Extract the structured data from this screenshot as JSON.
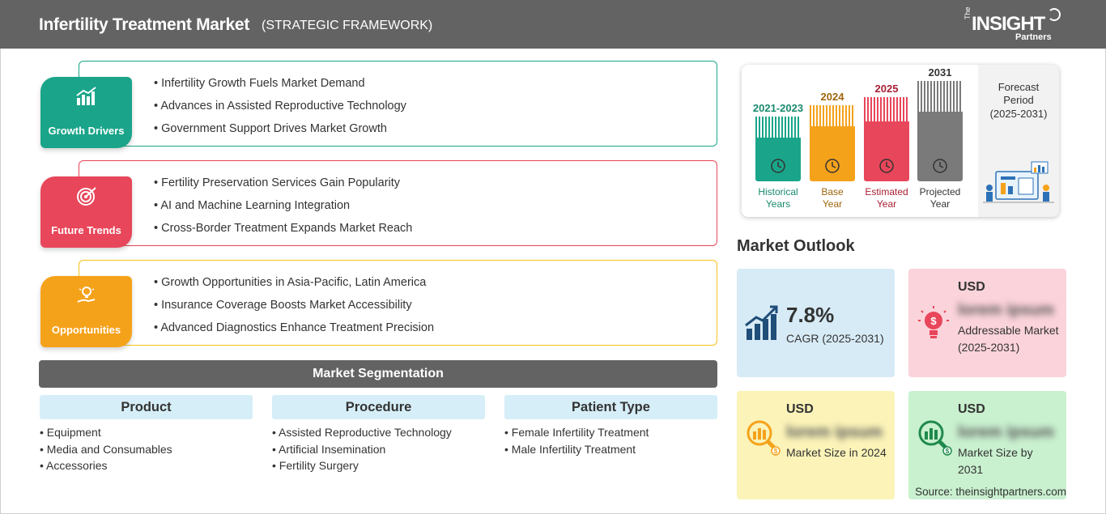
{
  "header": {
    "title": "Infertility Treatment Market",
    "subtitle": "(STRATEGIC FRAMEWORK)",
    "logo_the": "The",
    "logo_insight": "INSIGHT",
    "logo_partners": "Partners"
  },
  "framework": [
    {
      "label": "Growth Drivers",
      "color": "#1aa58a",
      "items": [
        "Infertility Growth Fuels Market Demand",
        "Advances in Assisted Reproductive Technology",
        "Government Support Drives Market Growth"
      ]
    },
    {
      "label": "Future Trends",
      "color": "#e8465a",
      "items": [
        "Fertility Preservation Services Gain Popularity",
        "AI and Machine Learning Integration",
        "Cross-Border Treatment Expands Market Reach"
      ]
    },
    {
      "label": "Opportunities",
      "color": "#f5a21b",
      "items": [
        "Growth Opportunities in Asia-Pacific, Latin America",
        "Insurance Coverage Boosts Market Accessibility",
        "Advanced Diagnostics Enhance Treatment Precision"
      ]
    }
  ],
  "segmentation": {
    "title": "Market Segmentation",
    "columns": [
      {
        "head": "Product",
        "items": [
          "Equipment",
          "Media and Consumables",
          "Accessories"
        ]
      },
      {
        "head": "Procedure",
        "items": [
          "Assisted Reproductive Technology",
          "Artificial Insemination",
          "Fertility Surgery"
        ]
      },
      {
        "head": "Patient Type",
        "items": [
          "Female Infertility Treatment",
          "Male Infertility Treatment"
        ]
      }
    ]
  },
  "timeline": {
    "columns": [
      {
        "year": "2021-2023",
        "caption_1": "Historical",
        "caption_2": "Years",
        "color": "#1aa58a",
        "year_color": "#1a8a6e",
        "icon": "history-icon"
      },
      {
        "year": "2024",
        "caption_1": "Base",
        "caption_2": "Year",
        "color": "#f5a21b",
        "year_color": "#a0650b",
        "icon": "calendar-icon"
      },
      {
        "year": "2025",
        "caption_1": "Estimated",
        "caption_2": "Year",
        "color": "#e8465a",
        "year_color": "#a82035",
        "icon": "estimate-icon"
      },
      {
        "year": "2031",
        "caption_1": "Projected",
        "caption_2": "Year",
        "color": "#7a7a7a",
        "year_color": "#333333",
        "icon": "projection-icon"
      }
    ],
    "forecast_title_1": "Forecast",
    "forecast_title_2": "Period",
    "forecast_period": "(2025-2031)"
  },
  "outlook": {
    "title": "Market Outlook",
    "cagr": {
      "value": "7.8%",
      "label": "CAGR (2025-2031)",
      "color": "#d7ebf6"
    },
    "addressable": {
      "usd": "USD",
      "value": "lorem ipsum",
      "label": "Addressable Market (2025-2031)",
      "color": "#fbd3da"
    },
    "size_2024": {
      "usd": "USD",
      "value": "lorem ipsum",
      "label": "Market Size in 2024",
      "color": "#fbf3b8"
    },
    "size_2031": {
      "usd": "USD",
      "value": "lorem ipsum",
      "label": "Market Size by 2031",
      "color": "#c9f0cf"
    }
  },
  "source": "Source: theinsightpartners.com"
}
